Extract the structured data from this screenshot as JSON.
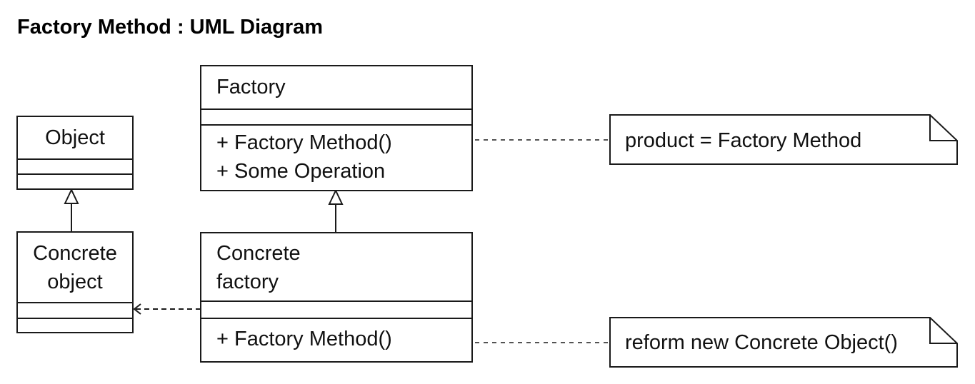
{
  "title": "Factory Method : UML Diagram",
  "classes": {
    "object": {
      "name": "Object"
    },
    "concrete_object": {
      "name_line1": "Concrete",
      "name_line2": "object"
    },
    "factory": {
      "name": "Factory",
      "operations": [
        "+ Factory Method()",
        "+ Some Operation"
      ]
    },
    "concrete_factory": {
      "name_line1": "Concrete",
      "name_line2": "factory",
      "operations": [
        "+ Factory Method()"
      ]
    }
  },
  "notes": [
    {
      "text": "product = Factory Method"
    },
    {
      "text": "reform new Concrete Object()"
    }
  ],
  "relationships": [
    {
      "type": "generalization",
      "from": "Concrete object",
      "to": "Object"
    },
    {
      "type": "generalization",
      "from": "Concrete factory",
      "to": "Factory"
    },
    {
      "type": "dependency",
      "from": "Concrete factory",
      "to": "Concrete object"
    },
    {
      "type": "note-anchor",
      "from": "Factory",
      "to": "product = Factory Method"
    },
    {
      "type": "note-anchor",
      "from": "Concrete factory",
      "to": "reform new Concrete Object()"
    }
  ],
  "colors": {
    "stroke": "#1a1a1a",
    "background": "#ffffff"
  }
}
